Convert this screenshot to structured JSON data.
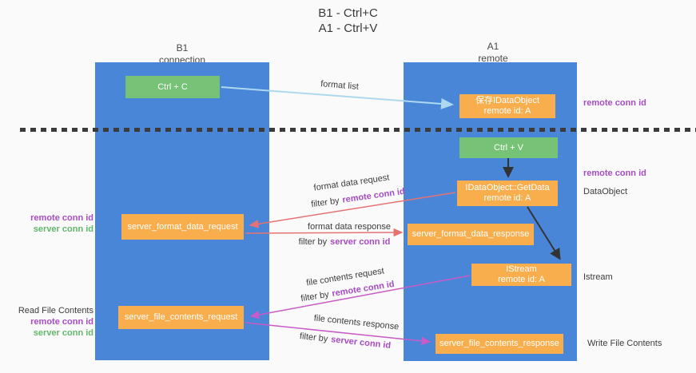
{
  "title": {
    "line1": "B1 - Ctrl+C",
    "line2": "A1 - Ctrl+V"
  },
  "lifelines": {
    "left": {
      "name": "B1",
      "role": "connection"
    },
    "right": {
      "name": "A1",
      "role": "remote"
    }
  },
  "nodes": {
    "ctrl_c": "Ctrl + C",
    "save_idataobject": {
      "line1": "保存IDataObject",
      "line2": "remote id: A"
    },
    "ctrl_v": "Ctrl + V",
    "getdata": {
      "line1": "IDataObject::GetData",
      "line2": "remote id: A"
    },
    "server_format_data_request": "server_format_data_request",
    "server_format_data_response": "server_format_data_response",
    "istream": {
      "line1": "IStream",
      "line2": "remote id: A"
    },
    "server_file_contents_request": "server_file_contents_request",
    "server_file_contents_response": "server_file_contents_response"
  },
  "flow_labels": {
    "format_list": "format list",
    "format_data_request": "format data request",
    "format_data_response": "format data response",
    "file_contents_request": "file contents request",
    "file_contents_response": "file contents response",
    "filter_by": "filter by",
    "remote_conn_id": "remote conn id",
    "server_conn_id": "server conn id"
  },
  "annotations": {
    "read_file_contents": "Read File Contents",
    "write_file_contents": "Write File Contents",
    "dataobject": "DataObject",
    "istream": "Istream"
  },
  "colors": {
    "lifeline_blue": "#4a86d8",
    "box_green": "#76c276",
    "box_orange": "#f9ae4d",
    "arrow_light_blue": "#aed7f0",
    "arrow_red": "#e57373",
    "arrow_magenta": "#c75bc7",
    "arrow_black": "#333333",
    "text_purple": "#a74cc4",
    "text_green": "#62b76b"
  }
}
